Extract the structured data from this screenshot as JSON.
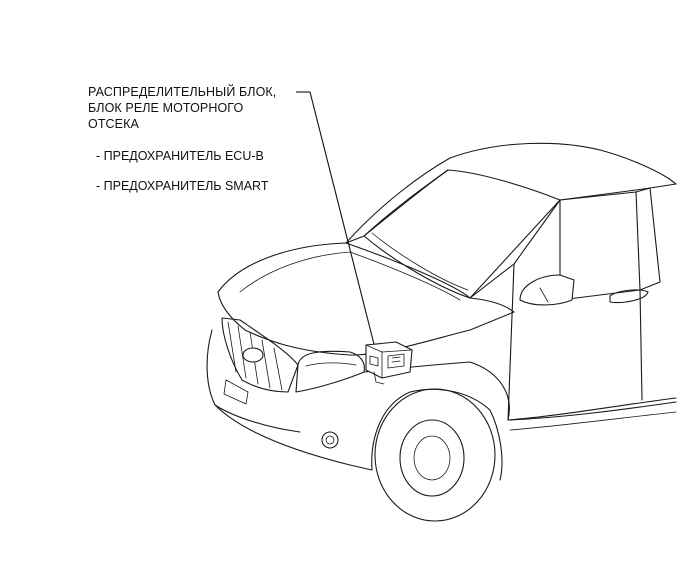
{
  "callout": {
    "title_lines": [
      "РАСПРЕДЕЛИТЕЛЬНЫЙ БЛОК,",
      "БЛОК РЕЛЕ МОТОРНОГО",
      "ОТСЕКА"
    ],
    "items": [
      "- ПРЕДОХРАНИТЕЛЬ ECU-B",
      "- ПРЕДОХРАНИТЕЛЬ SMART"
    ]
  },
  "illustration": {
    "subject": "vehicle-front-quarter",
    "highlighted_component": "engine-room-relay-block"
  }
}
